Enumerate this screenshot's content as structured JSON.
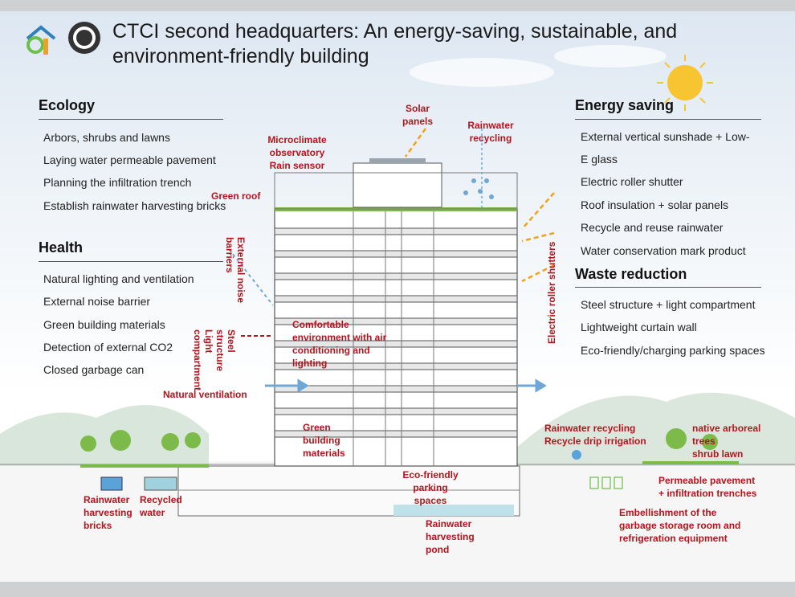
{
  "title_line1": "CTCI second headquarters: An energy-saving, sustainable, and",
  "title_line2": "environment-friendly building",
  "logos": {
    "green_building": "green-building-logo",
    "leed": "usgbc-leed-logo"
  },
  "sections": {
    "ecology": {
      "title": "Ecology",
      "items": [
        "Arbors, shrubs and lawns",
        "Laying water permeable pavement",
        "Planning the infiltration trench",
        "Establish rainwater harvesting bricks"
      ]
    },
    "health": {
      "title": "Health",
      "items": [
        "Natural lighting and ventilation",
        "External noise barrier",
        "Green building materials",
        "Detection of external CO2",
        "Closed garbage can"
      ]
    },
    "energy": {
      "title": "Energy saving",
      "items": [
        "External vertical sunshade + Low-",
        "E glass",
        "Electric roller shutter",
        "Roof insulation + solar panels",
        "Recycle and reuse rainwater",
        "Water conservation mark product"
      ]
    },
    "waste": {
      "title": "Waste reduction",
      "items": [
        "Steel structure + light compartment",
        "Lightweight curtain wall",
        "Eco-friendly/charging parking spaces"
      ]
    }
  },
  "labels": {
    "solar_panels": [
      "Solar",
      "panels"
    ],
    "rainwater_recycling_top": [
      "Rainwater",
      "recycling"
    ],
    "microclimate": [
      "Microclimate",
      "observatory",
      "Rain sensor"
    ],
    "green_roof": "Green roof",
    "external_noise_barriers": [
      "External noise",
      "barriers"
    ],
    "steel_structure": [
      "Steel",
      "structure",
      "Light",
      "compartment"
    ],
    "comfortable_env": [
      "Comfortable",
      "environment with air",
      "conditioning and",
      "lighting"
    ],
    "electric_roller_shutters": "Electric roller shutters",
    "natural_ventilation": "Natural ventilation",
    "green_building_materials": [
      "Green",
      "building",
      "materials"
    ],
    "rainwater_recycling_bottom": [
      "Rainwater recycling",
      "Recycle drip irrigation"
    ],
    "native_trees": [
      "native arboreal",
      "trees",
      "shrub lawn"
    ],
    "rainwater_bricks": [
      "Rainwater",
      "harvesting",
      "bricks"
    ],
    "recycled_water": [
      "Recycled",
      "water"
    ],
    "ecofriendly_parking": [
      "Eco-friendly",
      "parking",
      "spaces"
    ],
    "permeable_pavement": [
      "Permeable pavement",
      "+ infiltration trenches"
    ],
    "rainwater_pond": [
      "Rainwater",
      "harvesting",
      "pond"
    ],
    "garbage_room": [
      "Embellishment of the",
      "garbage storage room and",
      "refrigeration equipment"
    ]
  },
  "colors": {
    "label_red": "#b3151d",
    "arrow_orange": "#f0a21c",
    "arrow_blue": "#6fa8d6",
    "green_roof": "#7cbb4a",
    "sun": "#f7c531"
  }
}
